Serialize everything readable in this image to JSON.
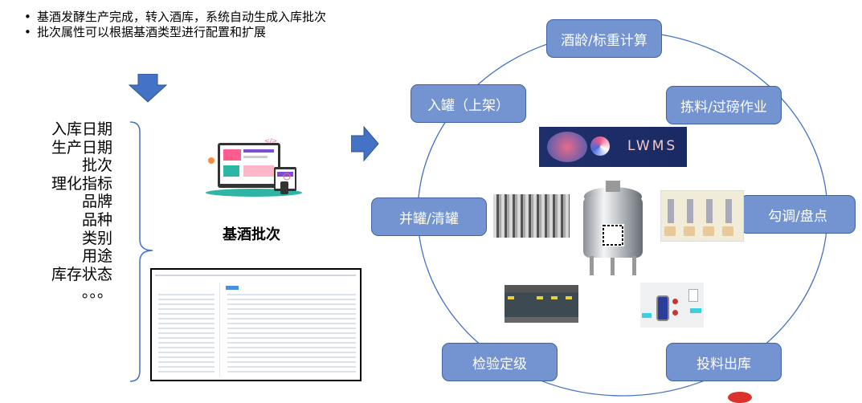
{
  "bullets": [
    "基酒发酵生产完成，转入酒库，系统自动生成入库批次",
    "批次属性可以根据基酒类型进行配置和扩展"
  ],
  "attributes": [
    "入库日期",
    "生产日期",
    "批次",
    "理化指标",
    "品牌",
    "品种",
    "类别",
    "用途",
    "库存状态",
    "。。。"
  ],
  "batch_label": "基酒批次",
  "banner_text": "LWMS",
  "nodes": {
    "age": "酒龄/标重计算",
    "shelve": "入罐（上架）",
    "pick": "拣料/过磅作业",
    "merge": "并罐/清罐",
    "blend": "勾调/盘点",
    "inspect": "检验定级",
    "issue": "投料出库"
  },
  "colors": {
    "node_fill": "#7393d1",
    "node_border": "#3f63a0",
    "arrow": "#4472c4"
  }
}
